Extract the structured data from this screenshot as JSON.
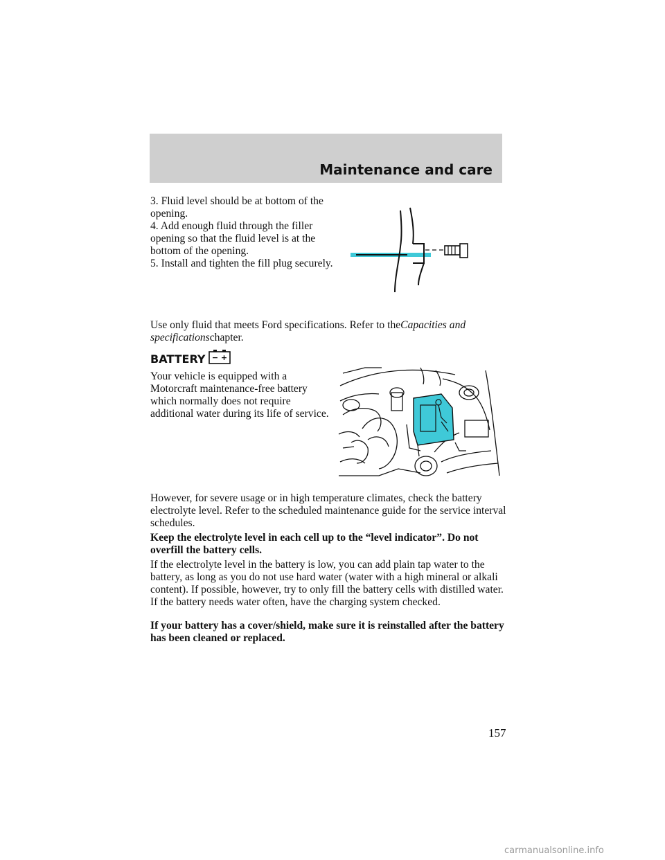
{
  "header": {
    "title": "Maintenance and care"
  },
  "steps": [
    "3. Fluid level should be at bottom of the opening.",
    "4. Add enough fluid through the filler opening so that the fluid level is at the bottom of the opening.",
    "5. Install and tighten the fill plug securely."
  ],
  "spec_note": {
    "before": "Use only fluid that meets Ford specifications. Refer to the",
    "italic": "Capacities and specifications",
    "after": "chapter."
  },
  "battery_section": {
    "heading": "BATTERY",
    "icon": "battery-icon",
    "icon_minus": "−",
    "icon_plus": "+",
    "intro": "Your vehicle is equipped with a Motorcraft maintenance-free battery which normally does not require additional water during its life of service.",
    "severe_usage": "However, for severe usage or in high temperature climates, check the battery electrolyte level. Refer to the scheduled maintenance guide for the service interval schedules.",
    "electrolyte_warning": "Keep the electrolyte level in each cell up to the “level indicator”. Do not overfill the battery cells.",
    "tap_water": "If the electrolyte level in the battery is low, you can add plain tap water to the battery, as long as you do not use hard water (water with a high mineral or alkali content). If possible, however, try to only fill the battery cells with distilled water. If the battery needs water often, have the charging system checked.",
    "cover_warning": "If your battery has a cover/shield, make sure it is reinstalled after the battery has been cleaned or replaced."
  },
  "colors": {
    "header_bg": "#cfcfcf",
    "highlight": "#3fc9d8",
    "watermark": "#9a9a9a"
  },
  "page_number": "157",
  "watermark": "carmanualsonline.info"
}
